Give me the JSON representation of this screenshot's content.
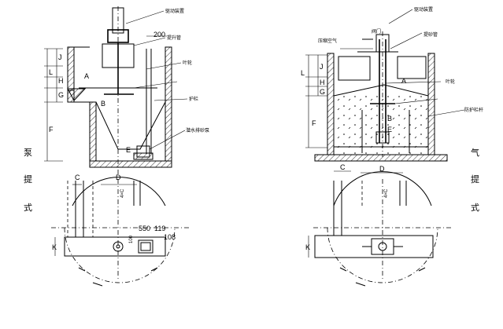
{
  "left": {
    "labels": {
      "motor": "驱动装置",
      "lift_pipe": "提升管",
      "impeller": "叶轮",
      "guard": "护栏",
      "pump": "潜水排砂泵",
      "dim_top": "200",
      "dim_a": "550",
      "dim_b": "119",
      "dim_c": "108",
      "dim_d": "100"
    },
    "side_text": [
      "泵",
      "提",
      "式"
    ]
  },
  "right": {
    "labels": {
      "motor": "驱动装置",
      "air": "压缩空气",
      "valve": "阀门",
      "lift_pipe": "提砂管",
      "impeller": "叶轮",
      "guard": "防护栏杆"
    },
    "side_text": [
      "气",
      "提",
      "式"
    ]
  },
  "letters": {
    "A": "A",
    "B": "B",
    "C": "C",
    "D": "D",
    "E": "E",
    "F": "F",
    "G": "G",
    "H": "H",
    "J": "J",
    "L": "L",
    "K": "K",
    "AxC": "4×C"
  }
}
